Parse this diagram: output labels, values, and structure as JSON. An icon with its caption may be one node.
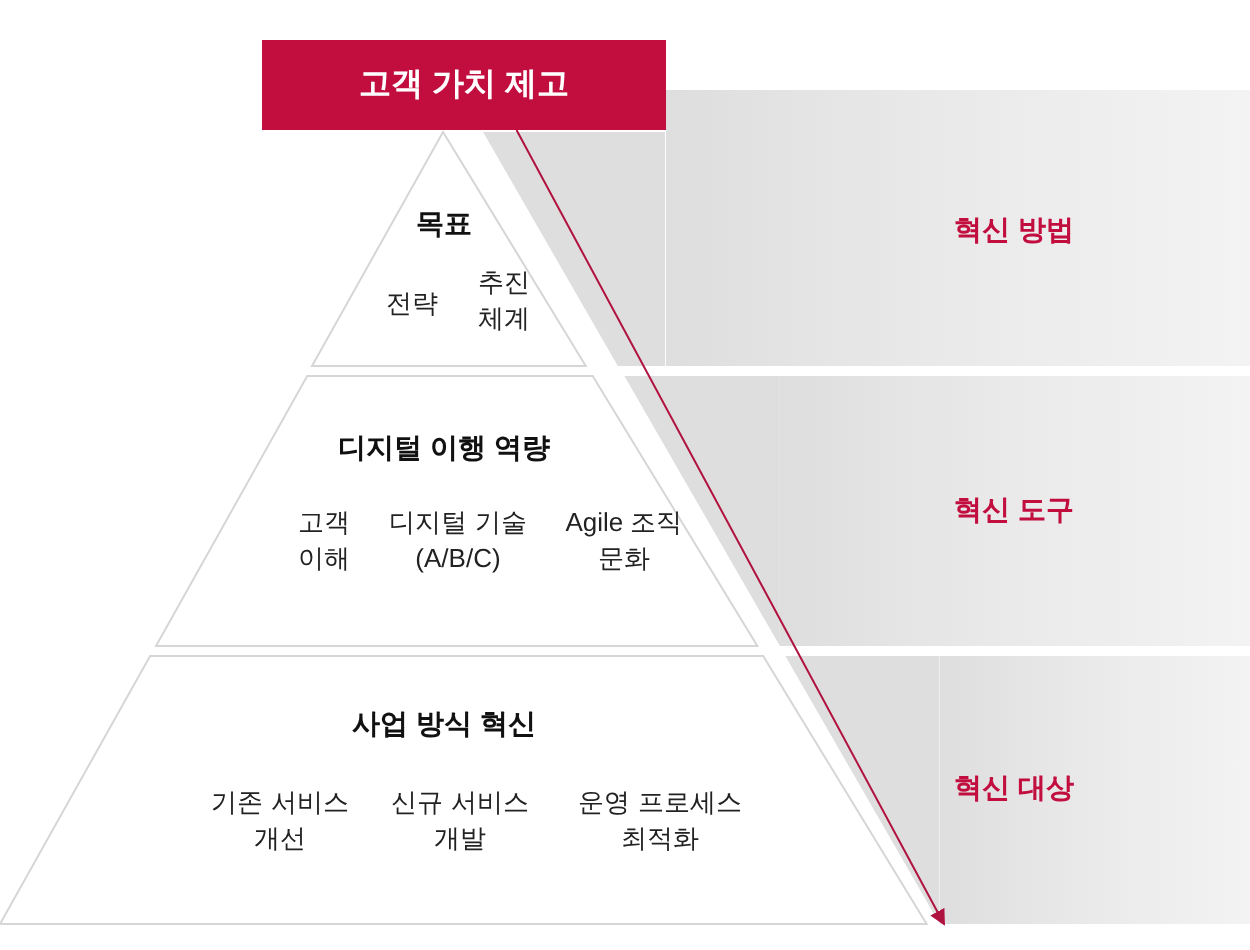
{
  "diagram": {
    "nodes": [
      {
        "text": [
          "고객 가치 제고"
        ]
      },
      {
        "text": [
          "목표",
          "전략",
          "추진 체계"
        ]
      },
      {
        "text": [
          "디지털 이행 역량",
          "고객 이해",
          "디지털 기술 (A/B/C)",
          "Agile 조직 문화"
        ]
      },
      {
        "text": [
          "사업 방식 혁신",
          "기존 서비스 개선",
          "신규 서비스 개발",
          "운영 프로세스 최적화"
        ]
      },
      {
        "text": [
          "혁신 방법"
        ]
      },
      {
        "text": [
          "혁신 도구"
        ]
      },
      {
        "text": [
          "혁신 대상"
        ]
      }
    ],
    "edges": [
      {
        "from": 0,
        "to": 6,
        "arrow": "to"
      }
    ]
  }
}
